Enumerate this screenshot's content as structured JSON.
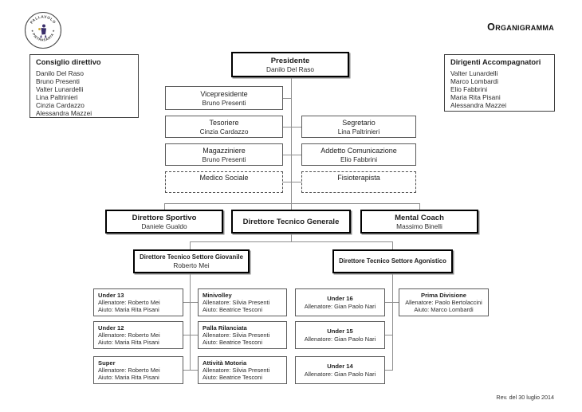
{
  "page": {
    "title": "Organigramma",
    "revision": "Rev. del 30 luglio 2014"
  },
  "logo": {
    "arc_top": "PALLAVOLO",
    "arc_bottom": "PIETRASANTA",
    "accent_color": "#3b2f6b"
  },
  "panels": {
    "consiglio": {
      "title": "Consiglio direttivo",
      "members": [
        "Danilo Del Raso",
        "Bruno Presenti",
        "Valter Lunardelli",
        "Lina Paltrinieri",
        "Cinzia Cardazzo",
        "Alessandra Mazzei"
      ]
    },
    "dirigenti": {
      "title": "Dirigenti Accompagnatori",
      "members": [
        "Valter Lunardelli",
        "Marco Lombardi",
        "Elio Fabbrini",
        "Maria Rita Pisani",
        "Alessandra Mazzei"
      ]
    }
  },
  "nodes": {
    "presidente": {
      "title": "Presidente",
      "name": "Danilo Del Raso"
    },
    "vicepresidente": {
      "title": "Vicepresidente",
      "name": "Bruno Presenti"
    },
    "tesoriere": {
      "title": "Tesoriere",
      "name": "Cinzia Cardazzo"
    },
    "segretario": {
      "title": "Segretario",
      "name": "Lina Paltrinieri"
    },
    "magazziniere": {
      "title": "Magazziniere",
      "name": "Bruno Presenti"
    },
    "addetto": {
      "title": "Addetto Comunicazione",
      "name": "Elio Fabbrini"
    },
    "medico": {
      "title": "Medico Sociale",
      "name": ""
    },
    "fisioterapista": {
      "title": "Fisioterapista",
      "name": ""
    },
    "dir_sportivo": {
      "title": "Direttore Sportivo",
      "name": "Daniele Gualdo"
    },
    "dir_tecnico": {
      "title": "Direttore Tecnico Generale",
      "name": ""
    },
    "mental_coach": {
      "title": "Mental Coach",
      "name": "Massimo Binelli"
    },
    "settore_giovanile": {
      "title": "Direttore Tecnico Settore Giovanile",
      "name": "Roberto Mei"
    },
    "settore_agonistico": {
      "title": "Direttore Tecnico Settore Agonistico",
      "name": ""
    }
  },
  "teams": {
    "under13": {
      "title": "Under 13",
      "coach": "Allenatore: Roberto Mei",
      "helper": "Aiuto: Maria Rita Pisani"
    },
    "under12": {
      "title": "Under 12",
      "coach": "Allenatore: Roberto Mei",
      "helper": "Aiuto: Maria Rita Pisani"
    },
    "super": {
      "title": "Super",
      "coach": "Allenatore: Roberto Mei",
      "helper": "Aiuto: Maria Rita Pisani"
    },
    "minivolley": {
      "title": "Minivolley",
      "coach": "Allenatore: Silvia Presenti",
      "helper": "Aiuto: Beatrice Tesconi"
    },
    "palla": {
      "title": "Palla Rilanciata",
      "coach": "Allenatore: Silvia Presenti",
      "helper": "Aiuto: Beatrice Tesconi"
    },
    "attivita": {
      "title": "Attività Motoria",
      "coach": "Allenatore: Silvia Presenti",
      "helper": "Aiuto: Beatrice Tesconi"
    },
    "under16": {
      "title": "Under 16",
      "coach": "Allenatore: Gian Paolo Nari"
    },
    "under15": {
      "title": "Under 15",
      "coach": "Allenatore: Gian Paolo Nari"
    },
    "under14": {
      "title": "Under 14",
      "coach": "Allenatore: Gian Paolo Nari"
    },
    "prima": {
      "title": "Prima Divisione",
      "coach": "Allenatore: Paolo Bertolaccini",
      "helper": "Aiuto: Marco Lombardi"
    }
  }
}
